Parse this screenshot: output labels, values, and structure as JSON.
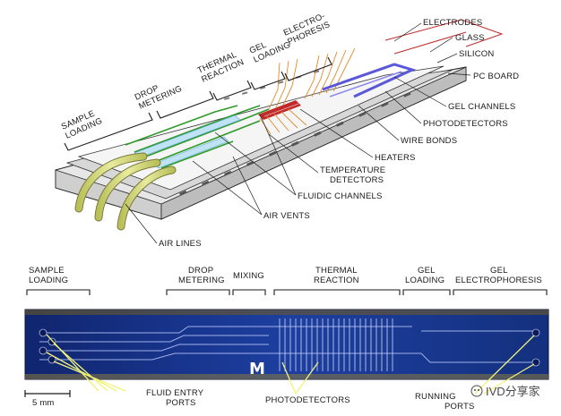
{
  "top_diagram": {
    "stage_labels": {
      "sample_loading": [
        "SAMPLE",
        "LOADING"
      ],
      "drop_metering": [
        "DROP",
        "METERING"
      ],
      "thermal_reaction": [
        "THERMAL",
        "REACTION"
      ],
      "gel_loading": [
        "GEL",
        "LOADING"
      ],
      "electrophoresis": [
        "ELECTRO-",
        "PHORESIS"
      ]
    },
    "callouts": {
      "electrodes": "ELECTRODES",
      "glass": "GLASS",
      "silicon": "SILICON",
      "pc_board": "PC BOARD",
      "gel_channels": "GEL CHANNELS",
      "photodetectors": "PHOTODETECTORS",
      "wire_bonds": "WIRE BONDS",
      "heaters": "HEATERS",
      "temperature_detectors": [
        "TEMPERATURE",
        "DETECTORS"
      ],
      "fluidic_channels": "FLUIDIC CHANNELS",
      "air_vents": "AIR VENTS",
      "air_lines": "AIR LINES"
    }
  },
  "bottom_photo": {
    "section_labels": {
      "sample_loading": [
        "SAMPLE",
        "LOADING"
      ],
      "drop_metering": [
        "DROP",
        "METERING"
      ],
      "mixing": "MIXING",
      "thermal_reaction": [
        "THERMAL",
        "REACTION"
      ],
      "gel_loading": [
        "GEL",
        "LOADING"
      ],
      "gel_electrophoresis": [
        "GEL",
        "ELECTROPHORESIS"
      ]
    },
    "chip_logo": "M",
    "callouts": {
      "scale": "5 mm",
      "fluid_entry_ports": [
        "FLUID ENTRY",
        "PORTS"
      ],
      "photodetectors": "PHOTODETECTORS",
      "running_buffer_ports": [
        "RUNNING",
        "PORTS"
      ]
    }
  },
  "watermark": "IVD分享家",
  "colors": {
    "channel_green": "#2e9a2a",
    "gel_channel_blue": "#5a58d8",
    "heater_red": "#c02a2a",
    "wire_orange": "#e08a2a",
    "chip_blue": "#1d3fa0",
    "air_line_tube": "#d6dc7a",
    "callout_arrow": "#f2f27a"
  }
}
